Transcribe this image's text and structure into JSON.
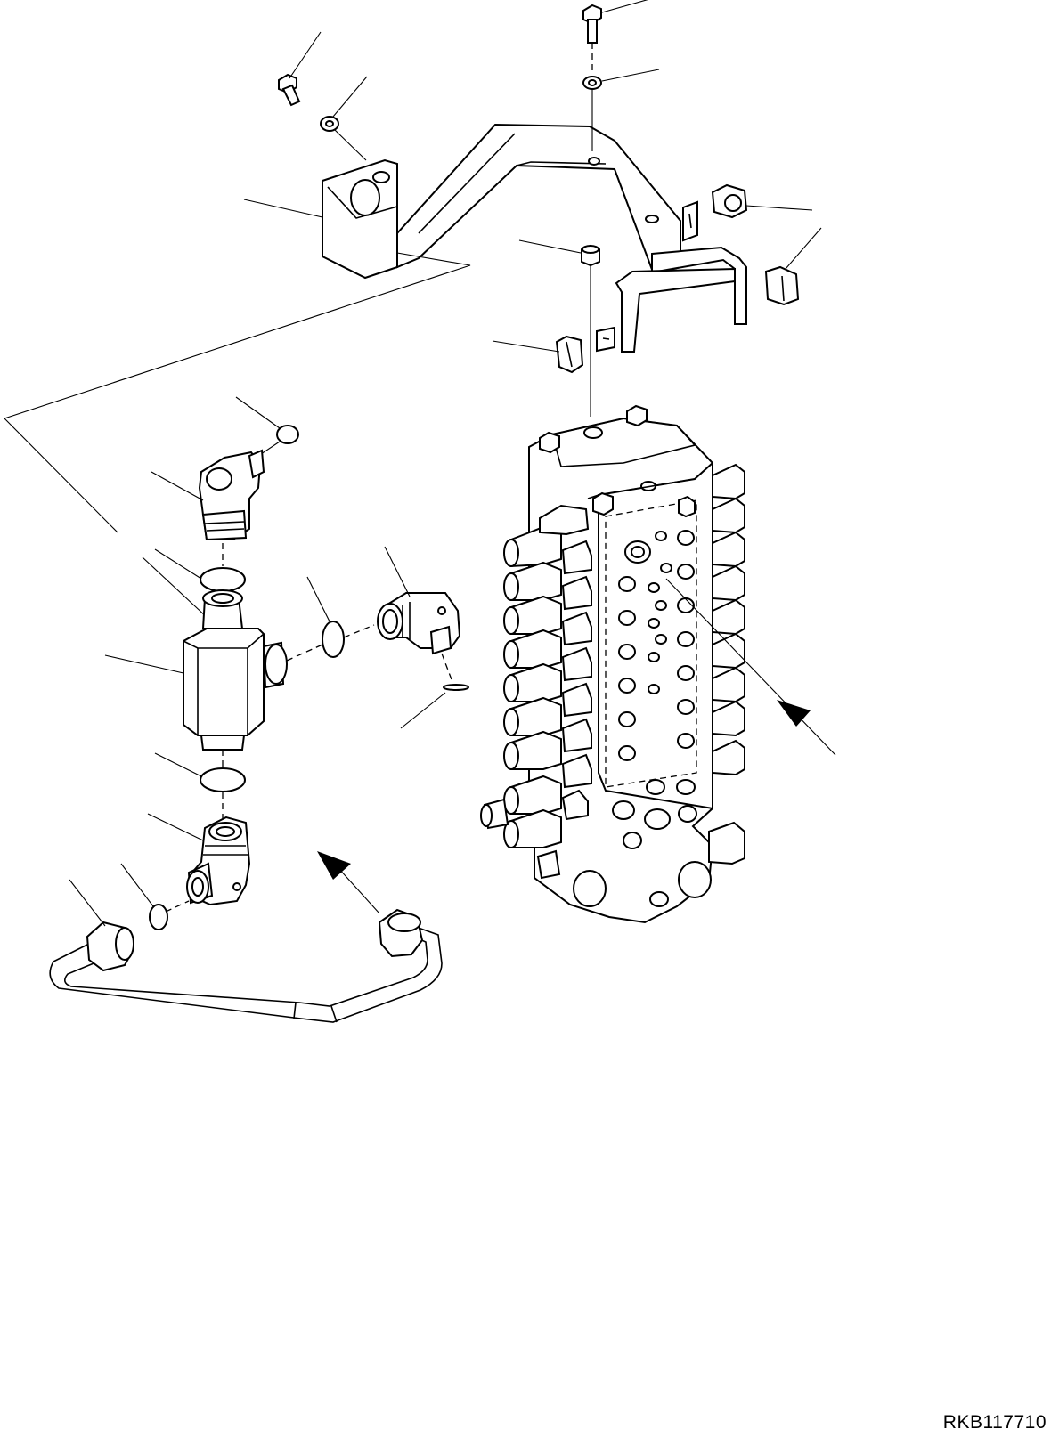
{
  "drawing": {
    "code": "RKB117710"
  },
  "parts": [
    {
      "name": "bolt-top-left"
    },
    {
      "name": "washer-top-left"
    },
    {
      "name": "bracket"
    },
    {
      "name": "bolt-top-right"
    },
    {
      "name": "washer-top-right"
    },
    {
      "name": "collar-right"
    },
    {
      "name": "clamp-right"
    },
    {
      "name": "spacer"
    },
    {
      "name": "clamp-left"
    },
    {
      "name": "control-valve"
    },
    {
      "name": "o-ring-upper"
    },
    {
      "name": "elbow-upper"
    },
    {
      "name": "o-ring-mid-upper"
    },
    {
      "name": "tee-block"
    },
    {
      "name": "o-ring-side"
    },
    {
      "name": "elbow-side"
    },
    {
      "name": "o-ring-small"
    },
    {
      "name": "o-ring-lower"
    },
    {
      "name": "elbow-lower"
    },
    {
      "name": "o-ring-tube"
    },
    {
      "name": "tube"
    }
  ],
  "icons": {
    "arrow-pipe": "flow-arrow-icon",
    "arrow-valve": "view-arrow-icon"
  }
}
